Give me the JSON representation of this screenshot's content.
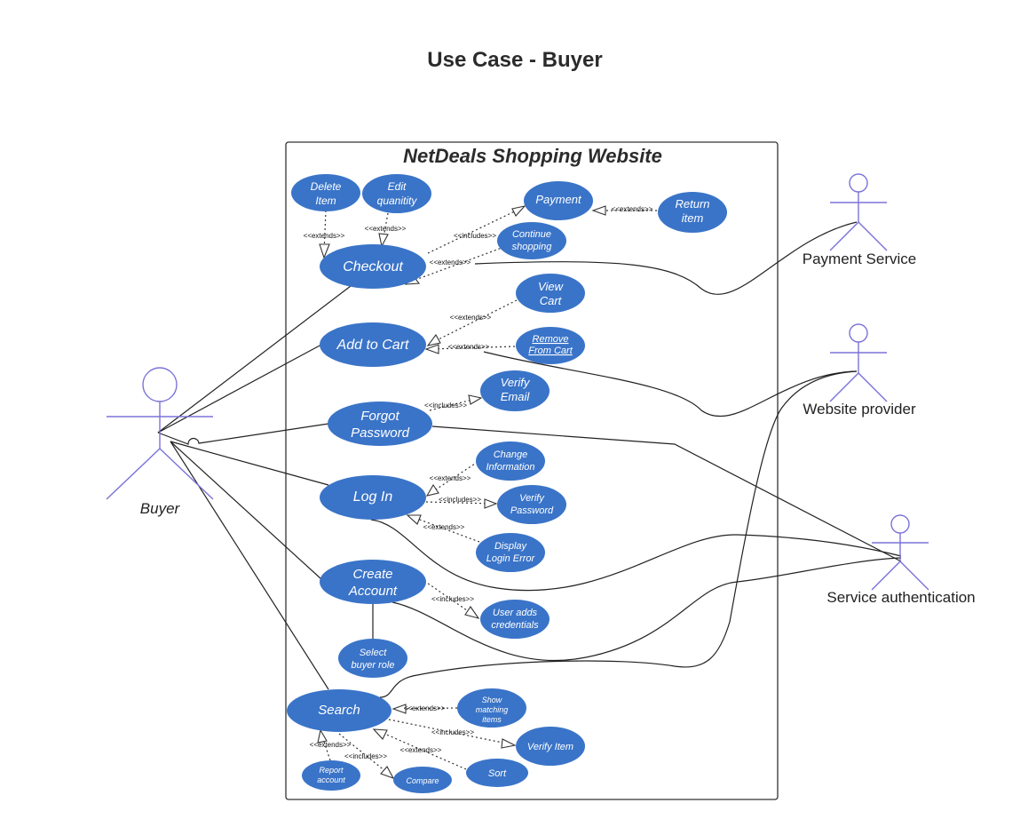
{
  "title": "Use Case - Buyer",
  "system_name": "NetDeals Shopping Website",
  "colors": {
    "use_case_fill": "#3a74c8",
    "actor_stroke": "#7b73d8",
    "line": "#222222"
  },
  "actors": {
    "buyer": "Buyer",
    "payment_service": "Payment Service",
    "website_provider": "Website provider",
    "service_authentication": "Service authentication"
  },
  "use_cases": {
    "delete_item": [
      "Delete",
      "Item"
    ],
    "edit_quantity": [
      "Edit",
      "quanitity"
    ],
    "payment": [
      "Payment"
    ],
    "return_item": [
      "Return",
      "item"
    ],
    "continue_shopping": [
      "Continue",
      "shopping"
    ],
    "checkout": [
      "Checkout"
    ],
    "view_cart": [
      "View",
      "Cart"
    ],
    "add_to_cart": [
      "Add to Cart"
    ],
    "remove_from_cart": [
      "Remove",
      "From Cart"
    ],
    "verify_email": [
      "Verify",
      "Email"
    ],
    "forgot_password": [
      "Forgot",
      "Password"
    ],
    "change_information": [
      "Change",
      "Information"
    ],
    "log_in": [
      "Log In"
    ],
    "verify_password": [
      "Verify",
      "Password"
    ],
    "display_login_error": [
      "Display",
      "Login Error"
    ],
    "create_account": [
      "Create",
      "Account"
    ],
    "user_adds_credentials": [
      "User adds",
      "credentials"
    ],
    "select_buyer_role": [
      "Select",
      "buyer role"
    ],
    "search": [
      "Search"
    ],
    "show_matching_items": [
      "Show",
      "matching",
      "items"
    ],
    "verify_item": [
      "Verify Item"
    ],
    "sort": [
      "Sort"
    ],
    "report_account": [
      "Report",
      "account"
    ],
    "compare": [
      "Compare"
    ]
  },
  "relations": {
    "delete_extends": "<<extends>>",
    "edit_extends": "<<extends>>",
    "payment_includes": "<<includes>>",
    "continue_extends": "<<extends>>",
    "return_extends": "<<extends>>",
    "view_cart_extends": "<<extends>>",
    "remove_extends": "<<extends>>",
    "verify_email_includes": "<<includes>>",
    "change_info_extends": "<<extends>>",
    "verify_password_includes": "<<includes>>",
    "login_error_extends": "<<extends>>",
    "credentials_includes": "<<includes>>",
    "show_matching_extends": "<<extends>>",
    "verify_item_includes": "<<includes>>",
    "sort_extends": "<<extends>>",
    "report_extends": "<<extends>>",
    "compare_includes": "<<includes>>"
  }
}
